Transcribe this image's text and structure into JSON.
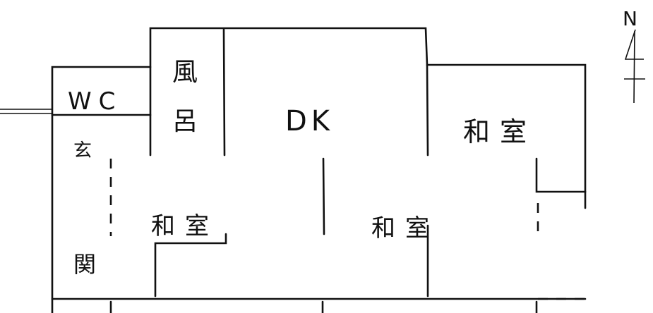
{
  "rooms": {
    "wc": "WC",
    "bath_top": "風",
    "bath_bottom": "呂",
    "dk": "DK",
    "washitsu_right": "和室",
    "washitsu_center": "和室",
    "washitsu_left": "和室",
    "genkan_top": "玄",
    "genkan_bottom": "関"
  },
  "compass": {
    "north": "N"
  }
}
